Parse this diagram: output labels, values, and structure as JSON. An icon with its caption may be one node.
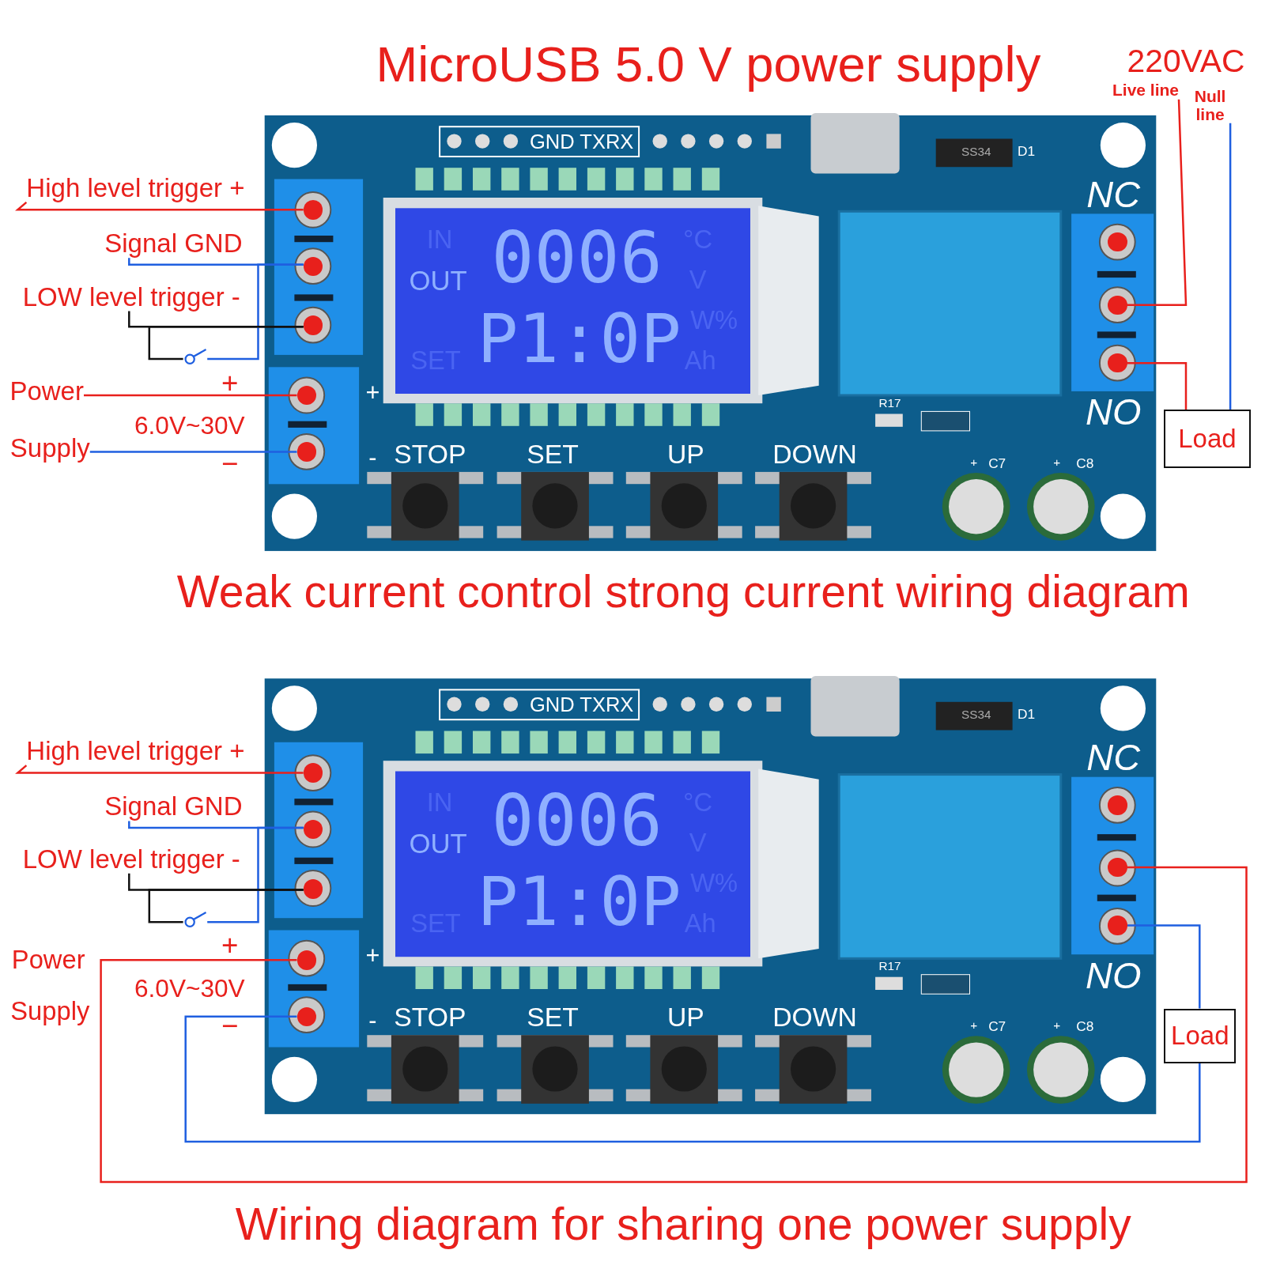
{
  "diagram": {
    "nodes": [
      {
        "text": [
          "High level trigger +"
        ]
      },
      {
        "text": [
          "Signal GND"
        ]
      },
      {
        "text": [
          "LOW level trigger -"
        ]
      },
      {
        "text": [
          "Power"
        ]
      },
      {
        "text": [
          "Supply"
        ]
      },
      {
        "text": [],
        "shape": "circle"
      },
      {
        "text": [],
        "shape": "circle"
      },
      {
        "text": [],
        "shape": "circle"
      },
      {
        "text": [],
        "shape": "switch"
      },
      {
        "text": [],
        "shape": "circle"
      },
      {
        "text": [],
        "shape": "circle"
      },
      {
        "text": [
          "Live line"
        ]
      },
      {
        "text": [
          "Null line"
        ]
      },
      {
        "text": [],
        "shape": "circle"
      },
      {
        "text": [],
        "shape": "circle"
      },
      {
        "text": [],
        "shape": "circle"
      },
      {
        "text": [
          "Load"
        ]
      },
      {
        "text": [
          "High level trigger +"
        ]
      },
      {
        "text": [
          "Signal GND"
        ]
      },
      {
        "text": [
          "LOW level trigger -"
        ]
      },
      {
        "text": [],
        "shape": "circle"
      },
      {
        "text": [],
        "shape": "circle"
      },
      {
        "text": [],
        "shape": "circle"
      },
      {
        "text": [],
        "shape": "switch"
      },
      {
        "text": [],
        "shape": "circle"
      },
      {
        "text": [],
        "shape": "circle"
      },
      {
        "text": [],
        "shape": "circle"
      },
      {
        "text": [],
        "shape": "circle"
      },
      {
        "text": [],
        "shape": "circle"
      },
      {
        "text": [
          "Load"
        ]
      }
    ],
    "edges": [
      {
        "from": 0,
        "to": 5,
        "arrow": "none",
        "color": "#e8201c"
      },
      {
        "from": 1,
        "to": 6,
        "arrow": "none"
      },
      {
        "from": 2,
        "to": 7,
        "arrow": "none",
        "color": "#111111"
      },
      {
        "from": 6,
        "to": 8,
        "arrow": "none"
      },
      {
        "from": 7,
        "to": 8,
        "arrow": "none",
        "color": "#111111"
      },
      {
        "from": 3,
        "to": 9,
        "arrow": "none",
        "color": "#e8201c"
      },
      {
        "from": 4,
        "to": 10,
        "arrow": "none"
      },
      {
        "from": 11,
        "to": 14,
        "arrow": "none",
        "color": "#e8201c"
      },
      {
        "from": 16,
        "to": 15,
        "arrow": "none",
        "color": "#e8201c"
      },
      {
        "from": 12,
        "to": 16,
        "arrow": "none"
      },
      {
        "from": 17,
        "to": 20,
        "arrow": "none",
        "color": "#e8201c"
      },
      {
        "from": 18,
        "to": 21,
        "arrow": "none"
      },
      {
        "from": 19,
        "to": 22,
        "arrow": "none",
        "color": "#111111"
      },
      {
        "from": 21,
        "to": 23,
        "arrow": "none"
      },
      {
        "from": 22,
        "to": 23,
        "arrow": "none",
        "color": "#111111"
      },
      {
        "from": 24,
        "to": 27,
        "arrow": "none",
        "color": "#e8201c"
      },
      {
        "from": 25,
        "to": 29,
        "arrow": "none"
      },
      {
        "from": 29,
        "to": 28,
        "arrow": "none"
      }
    ],
    "labels": [
      "MicroUSB 5.0 V power supply",
      "220VAC",
      "6.0V~30V",
      "+",
      "−",
      "GND TXRX",
      "SS34",
      "D1",
      "IN",
      "OUT",
      "SET",
      "0006",
      "P1:0P",
      "°C",
      "V",
      "W%",
      "Ah",
      "NC",
      "NO",
      "R17",
      "+",
      "-",
      "STOP",
      "SET",
      "UP",
      "DOWN",
      "+",
      "C7",
      "+",
      "C8",
      "Weak current control strong current wiring diagram",
      "Power",
      "Supply",
      "6.0V~30V",
      "+",
      "−",
      "GND TXRX",
      "SS34",
      "D1",
      "IN",
      "OUT",
      "SET",
      "0006",
      "P1:0P",
      "°C",
      "V",
      "W%",
      "Ah",
      "NC",
      "NO",
      "R17",
      "+",
      "-",
      "STOP",
      "SET",
      "UP",
      "DOWN",
      "+",
      "C7",
      "+",
      "C8",
      "Wiring diagram for sharing one power supply"
    ]
  }
}
